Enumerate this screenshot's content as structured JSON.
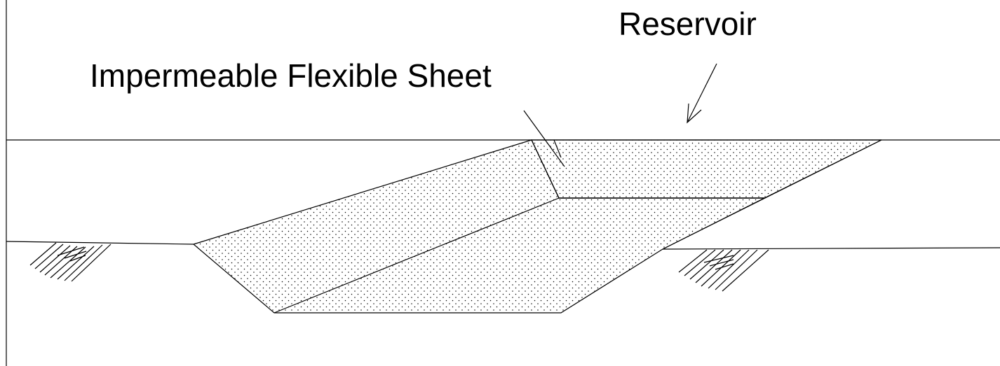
{
  "labels": {
    "impermeable_sheet": "Impermeable Flexible Sheet",
    "reservoir": "Reservoir"
  },
  "colors": {
    "stroke": "#000000",
    "background": "#ffffff",
    "fill_pattern": "stipple dots"
  }
}
